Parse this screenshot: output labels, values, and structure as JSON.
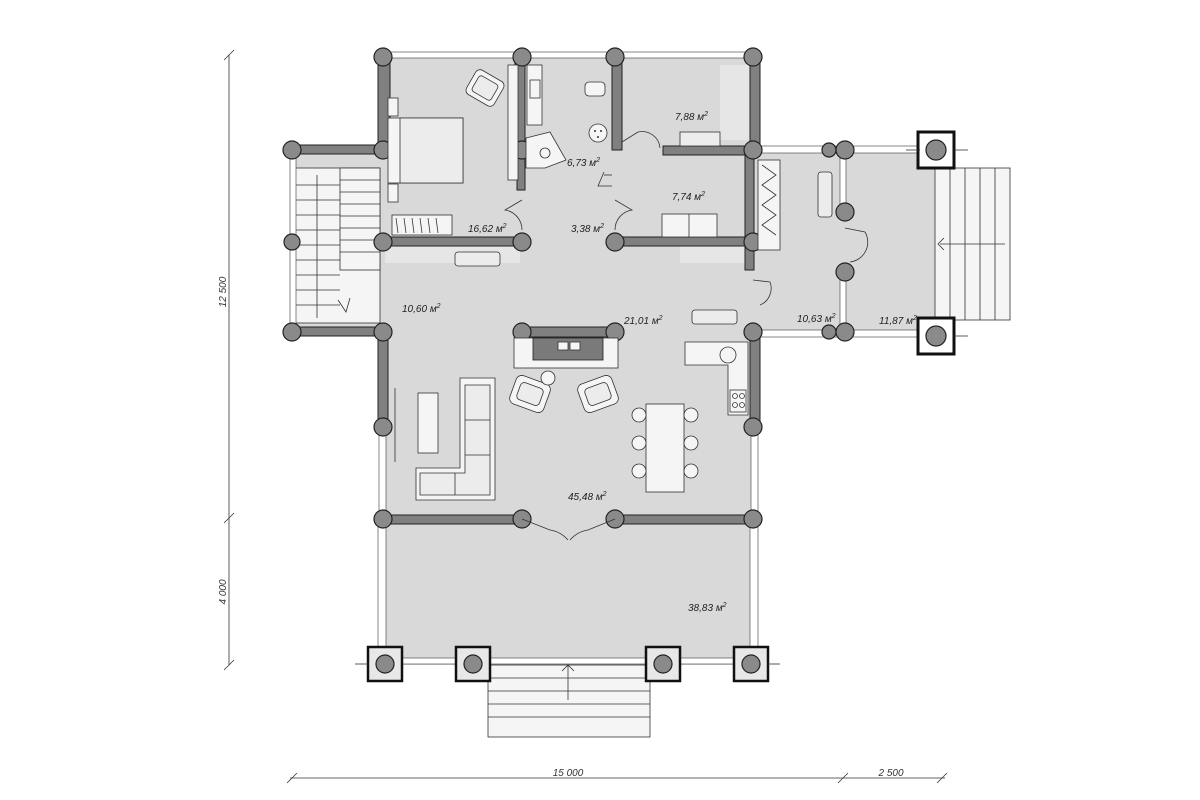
{
  "rooms": [
    {
      "id": "bedroom",
      "area": "16,62",
      "unit": "м",
      "sup": "2"
    },
    {
      "id": "bathroom",
      "area": "6,73",
      "unit": "м",
      "sup": "2"
    },
    {
      "id": "room-top-right",
      "area": "7,88",
      "unit": "м",
      "sup": "2"
    },
    {
      "id": "corridor",
      "area": "3,38",
      "unit": "м",
      "sup": "2"
    },
    {
      "id": "kitchen-utility",
      "area": "7,74",
      "unit": "м",
      "sup": "2"
    },
    {
      "id": "stair-hall",
      "area": "10,60",
      "unit": "м",
      "sup": "2"
    },
    {
      "id": "hall",
      "area": "21,01",
      "unit": "м",
      "sup": "2"
    },
    {
      "id": "vestibule",
      "area": "10,63",
      "unit": "м",
      "sup": "2"
    },
    {
      "id": "entry-porch",
      "area": "11,87",
      "unit": "м",
      "sup": "2"
    },
    {
      "id": "living-room",
      "area": "45,48",
      "unit": "м",
      "sup": "2"
    },
    {
      "id": "terrace",
      "area": "38,83",
      "unit": "м",
      "sup": "2"
    }
  ],
  "dimensions": {
    "height_total": "12 500",
    "height_terrace": "4 000",
    "width_main": "15 000",
    "width_porch": "2 500"
  }
}
